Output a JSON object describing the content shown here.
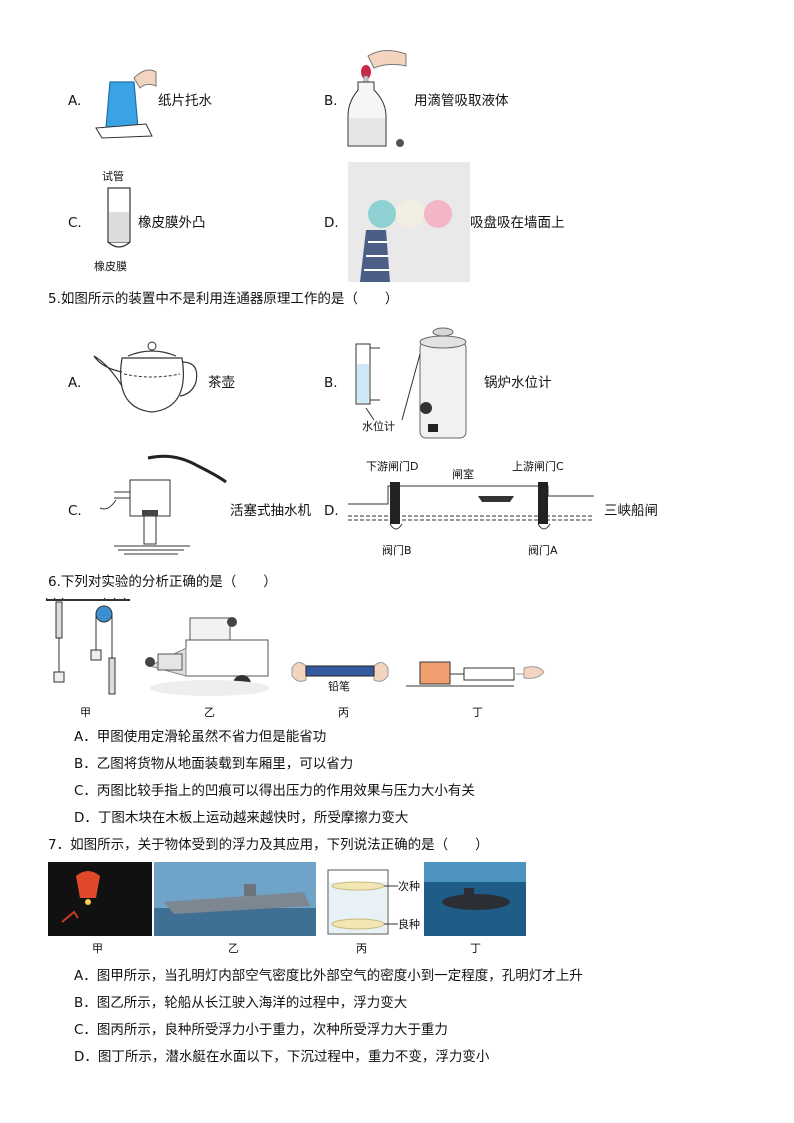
{
  "q4": {
    "a": {
      "letter": "A.",
      "label": "纸片托水"
    },
    "b": {
      "letter": "B.",
      "label": "用滴管吸取液体"
    },
    "c": {
      "letter": "C.",
      "label": "橡皮膜外凸",
      "tube": "试管",
      "membrane": "橡皮膜"
    },
    "d": {
      "letter": "D.",
      "label": "吸盘吸在墙面上"
    }
  },
  "q5": {
    "stem": "5.如图所示的装置中不是利用连通器原理工作的是（　　）",
    "a": {
      "letter": "A.",
      "label": "茶壶"
    },
    "b": {
      "letter": "B.",
      "label": "锅炉水位计",
      "gauge": "水位计"
    },
    "c": {
      "letter": "C.",
      "label": "活塞式抽水机"
    },
    "d": {
      "letter": "D.",
      "label": "三峡船闸",
      "gate_d": "下游闸门D",
      "chamber": "闸室",
      "gate_c": "上游闸门C",
      "valve_b": "阀门B",
      "valve_a": "阀门A"
    }
  },
  "q6": {
    "stem": "6.下列对实验的分析正确的是（　　）",
    "fig_labels": [
      "甲",
      "乙",
      "丙",
      "丁"
    ],
    "pencil": "铅笔",
    "options": [
      "A．甲图使用定滑轮虽然不省力但是能省功",
      "B．乙图将货物从地面装载到车厢里，可以省力",
      "C．丙图比较手指上的凹痕可以得出压力的作用效果与压力大小有关",
      "D．丁图木块在木板上运动越来越快时，所受摩擦力变大"
    ]
  },
  "q7": {
    "stem": "7．如图所示，关于物体受到的浮力及其应用，下列说法正确的是（　　）",
    "fig_labels": [
      "甲",
      "乙",
      "丙",
      "丁"
    ],
    "seed_poor": "次种",
    "seed_good": "良种",
    "options": [
      "A．图甲所示，当孔明灯内部空气密度比外部空气的密度小到一定程度，孔明灯才上升",
      "B．图乙所示，轮船从长江驶入海洋的过程中，浮力变大",
      "C．图丙所示，良种所受浮力小于重力，次种所受浮力大于重力",
      "D．图丁所示，潜水艇在水面以下，下沉过程中，重力不变，浮力变小"
    ]
  }
}
